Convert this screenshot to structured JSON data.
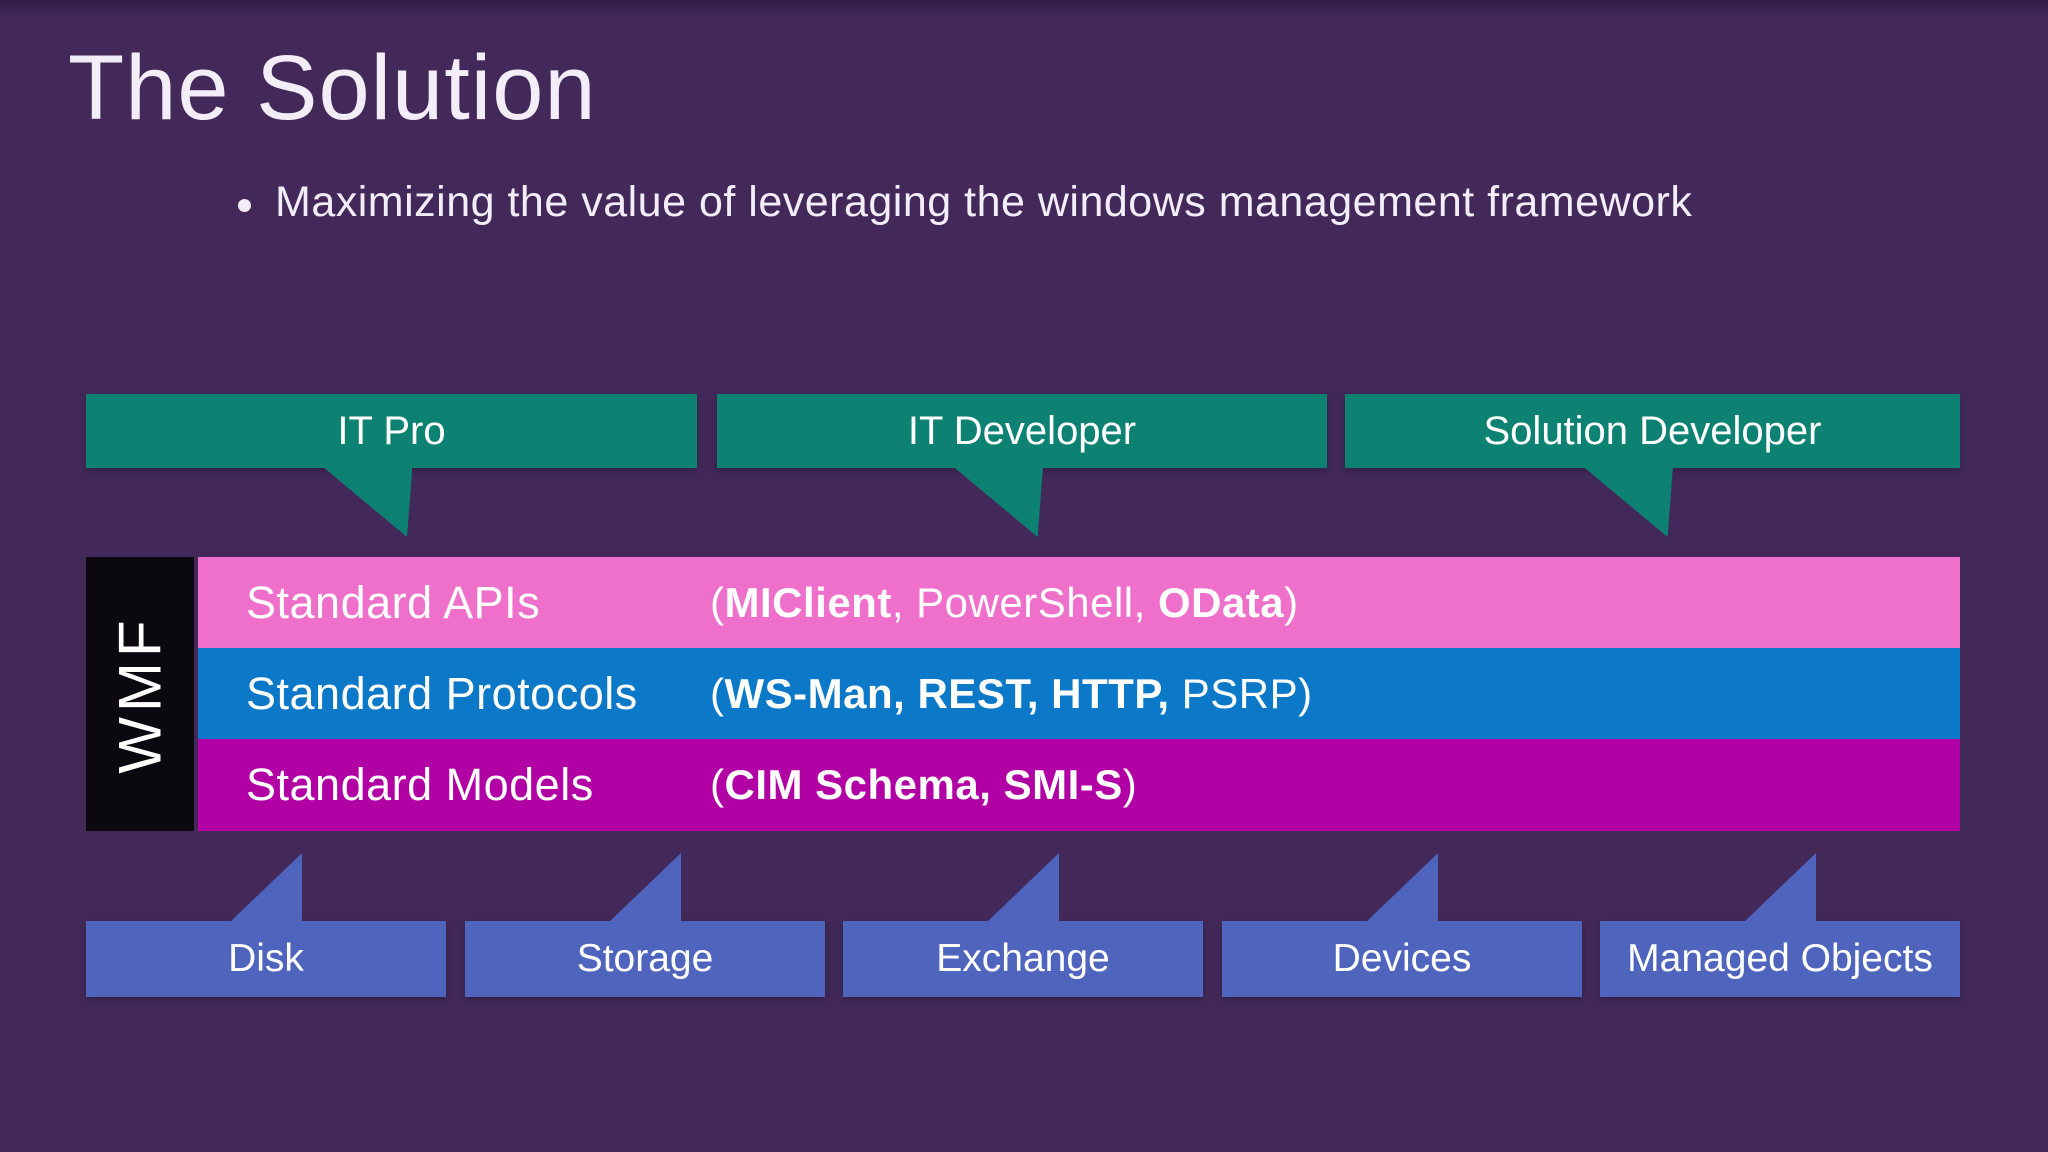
{
  "slide": {
    "title": "The Solution",
    "bullet": "Maximizing the value of leveraging the windows management framework"
  },
  "colors": {
    "background": "#42295a",
    "background_edge": "#311d45",
    "teal": "#0d8273",
    "pink": "#ef70ca",
    "blue": "#0b78c8",
    "magenta": "#b100a3",
    "target_blue": "#4f64bd",
    "wmf_black": "#0b080f",
    "text": "#ffffff",
    "title_text": "#f3edf8"
  },
  "audiences": [
    {
      "label": "IT Pro"
    },
    {
      "label": "IT Developer"
    },
    {
      "label": "Solution Developer"
    }
  ],
  "wmf_label": "WMF",
  "layers": [
    {
      "name": "Standard APIs",
      "detail_full": "(MIClient, PowerShell, OData)",
      "segments": [
        {
          "text": "("
        },
        {
          "text": "MIClient",
          "bold": true
        },
        {
          "text": ", PowerShell, "
        },
        {
          "text": "OData",
          "bold": true
        },
        {
          "text": ")"
        }
      ]
    },
    {
      "name": "Standard Protocols",
      "detail_full": "(WS-Man, REST, HTTP, PSRP)",
      "segments": [
        {
          "text": "("
        },
        {
          "text": "WS-Man, REST, HTTP,",
          "bold": true
        },
        {
          "text": " PSRP)"
        }
      ]
    },
    {
      "name": "Standard Models",
      "detail_full": "(CIM Schema, SMI-S)",
      "segments": [
        {
          "text": "("
        },
        {
          "text": "CIM Schema, SMI-S",
          "bold": true
        },
        {
          "text": ")"
        }
      ]
    }
  ],
  "targets": [
    {
      "label": "Disk"
    },
    {
      "label": "Storage"
    },
    {
      "label": "Exchange"
    },
    {
      "label": "Devices"
    },
    {
      "label": "Managed Objects"
    }
  ]
}
